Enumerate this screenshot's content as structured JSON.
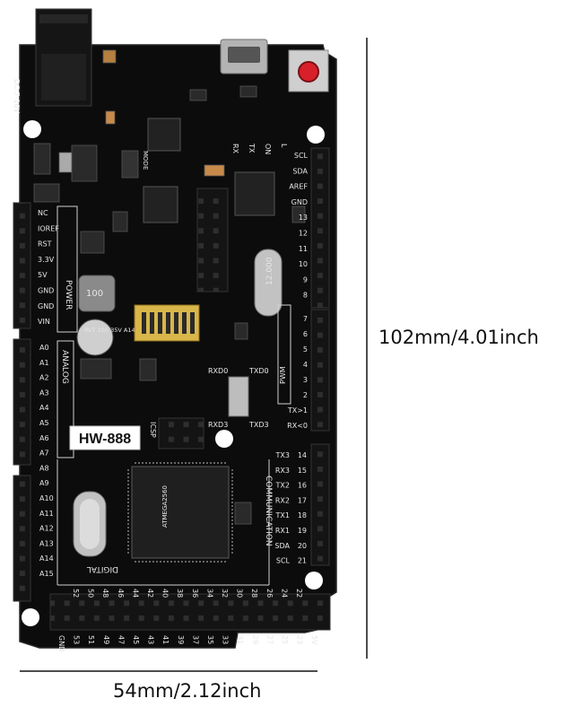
{
  "board": {
    "model_label": "HW-888",
    "crystal_label": "12.000",
    "inductor_label": "100",
    "capacitor_label": "RVT 100 35V A14",
    "power_label": "DC:7-16V",
    "mode_label": "MODE",
    "section_labels": {
      "power": "POWER",
      "analog": "ANALOG",
      "digital": "DIGITAL",
      "communication": "COMMUNICATION",
      "icsp": "ICSP",
      "pwm": "PWM"
    },
    "left_power_pins": [
      "NC",
      "IOREF",
      "RST",
      "3.3V",
      "5V",
      "GND",
      "GND",
      "VIN"
    ],
    "left_analog_pins": [
      "A0",
      "A1",
      "A2",
      "A3",
      "A4",
      "A5",
      "A6",
      "A7",
      "A8",
      "A9",
      "A10",
      "A11",
      "A12",
      "A13",
      "A14",
      "A15"
    ],
    "right_top_pins": [
      "SCL",
      "SDA",
      "AREF",
      "GND",
      "13",
      "12",
      "11",
      "10",
      "9",
      "8"
    ],
    "right_mid_pins": [
      "7",
      "6",
      "5",
      "4",
      "3",
      "2",
      "TX>1",
      "RX<0"
    ],
    "right_comm_pins": [
      {
        "label": "TX3",
        "num": "14"
      },
      {
        "label": "RX3",
        "num": "15"
      },
      {
        "label": "TX2",
        "num": "16"
      },
      {
        "label": "RX2",
        "num": "17"
      },
      {
        "label": "TX1",
        "num": "18"
      },
      {
        "label": "RX1",
        "num": "19"
      },
      {
        "label": "SDA",
        "num": "20"
      },
      {
        "label": "SCL",
        "num": "21"
      }
    ],
    "bottom_pins": [
      "52",
      "50",
      "48",
      "46",
      "44",
      "42",
      "40",
      "38",
      "36",
      "34",
      "32",
      "30",
      "28",
      "26",
      "24",
      "22"
    ],
    "bottom_pins_2": [
      "GND",
      "53",
      "51",
      "49",
      "47",
      "45",
      "43",
      "41",
      "39",
      "37",
      "35",
      "33",
      "31",
      "29",
      "27",
      "25",
      "23",
      "5V"
    ],
    "switch_labels": [
      "RXD0",
      "TXD0",
      "RXD3",
      "TXD3"
    ],
    "led_labels": [
      "RX",
      "TX",
      "ON",
      "L"
    ]
  },
  "dimensions": {
    "height_label": "102mm/4.01inch",
    "width_label": "54mm/2.12inch"
  },
  "colors": {
    "pcb": "#0c0c0c",
    "header": "#1a1a1a",
    "silkscreen": "#e6e6e6",
    "reset_button": "#d8202a",
    "dip_switch": "#d9b64a",
    "chip": "#2a2a2a"
  }
}
